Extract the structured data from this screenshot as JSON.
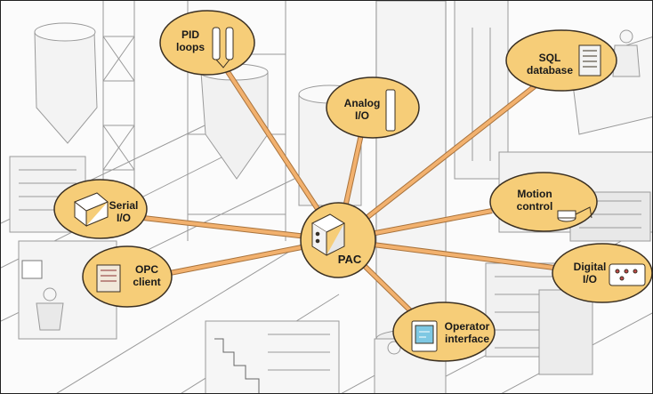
{
  "diagram": {
    "hub": {
      "id": "pac",
      "label": "PAC"
    },
    "nodes": [
      {
        "id": "pid",
        "label": "PID\nloops"
      },
      {
        "id": "analog",
        "label": "Analog\nI/O"
      },
      {
        "id": "sql",
        "label": "SQL\ndatabase"
      },
      {
        "id": "serial",
        "label": "Serial\nI/O"
      },
      {
        "id": "motion",
        "label": "Motion\ncontrol"
      },
      {
        "id": "opc",
        "label": "OPC\nclient"
      },
      {
        "id": "digital",
        "label": "Digital\nI/O"
      },
      {
        "id": "operator",
        "label": "Operator\ninterface"
      }
    ],
    "colors": {
      "node_fill": "#f6cd78",
      "node_stroke": "#3b3022",
      "connector": "#f2b16e",
      "connector_edge": "#a9733c",
      "line_art": "#9a9a9a"
    }
  }
}
